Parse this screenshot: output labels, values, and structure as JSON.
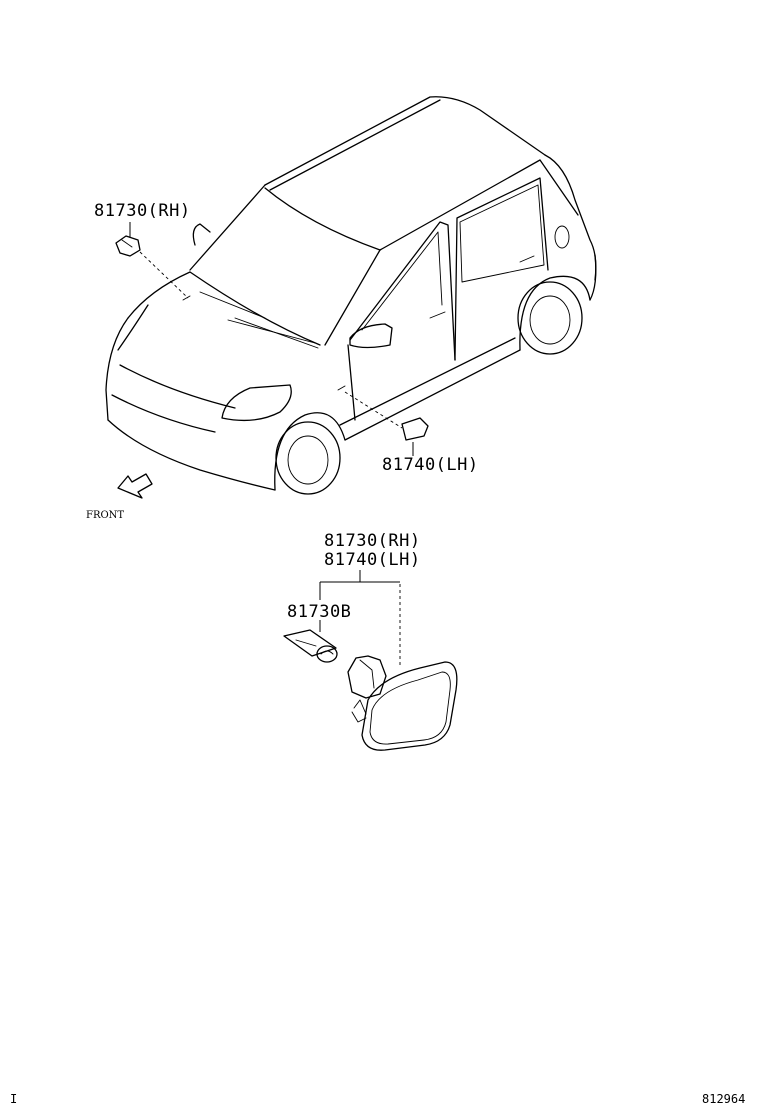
{
  "callouts": {
    "repeater_rh_top": "81730(RH)",
    "repeater_lh_top": "81740(LH)",
    "assembly_rh": "81730(RH)",
    "assembly_lh": "81740(LH)",
    "bulb": "81730B"
  },
  "front_label": "FRONT",
  "footer": {
    "left_mark": "I",
    "diagram_number": "812964"
  }
}
